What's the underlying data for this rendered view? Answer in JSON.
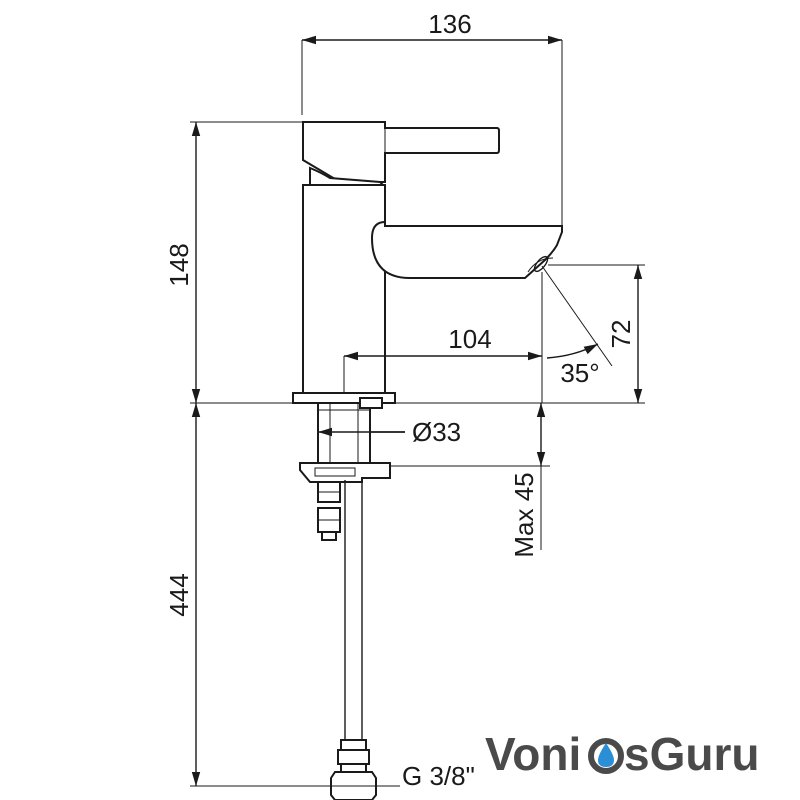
{
  "dimensions": {
    "overall_width": "136",
    "overall_height": "148",
    "spout_reach": "104",
    "spout_height": "72",
    "spout_angle": "35°",
    "base_diameter": "Ø33",
    "max_thickness": "Max 45",
    "hose_length": "444",
    "thread": "G 3/8\""
  },
  "logo": {
    "part1": "Voni",
    "part2": "sGuru",
    "color_dark": "#4a4a4a",
    "color_drop": "#2a8fd6"
  }
}
